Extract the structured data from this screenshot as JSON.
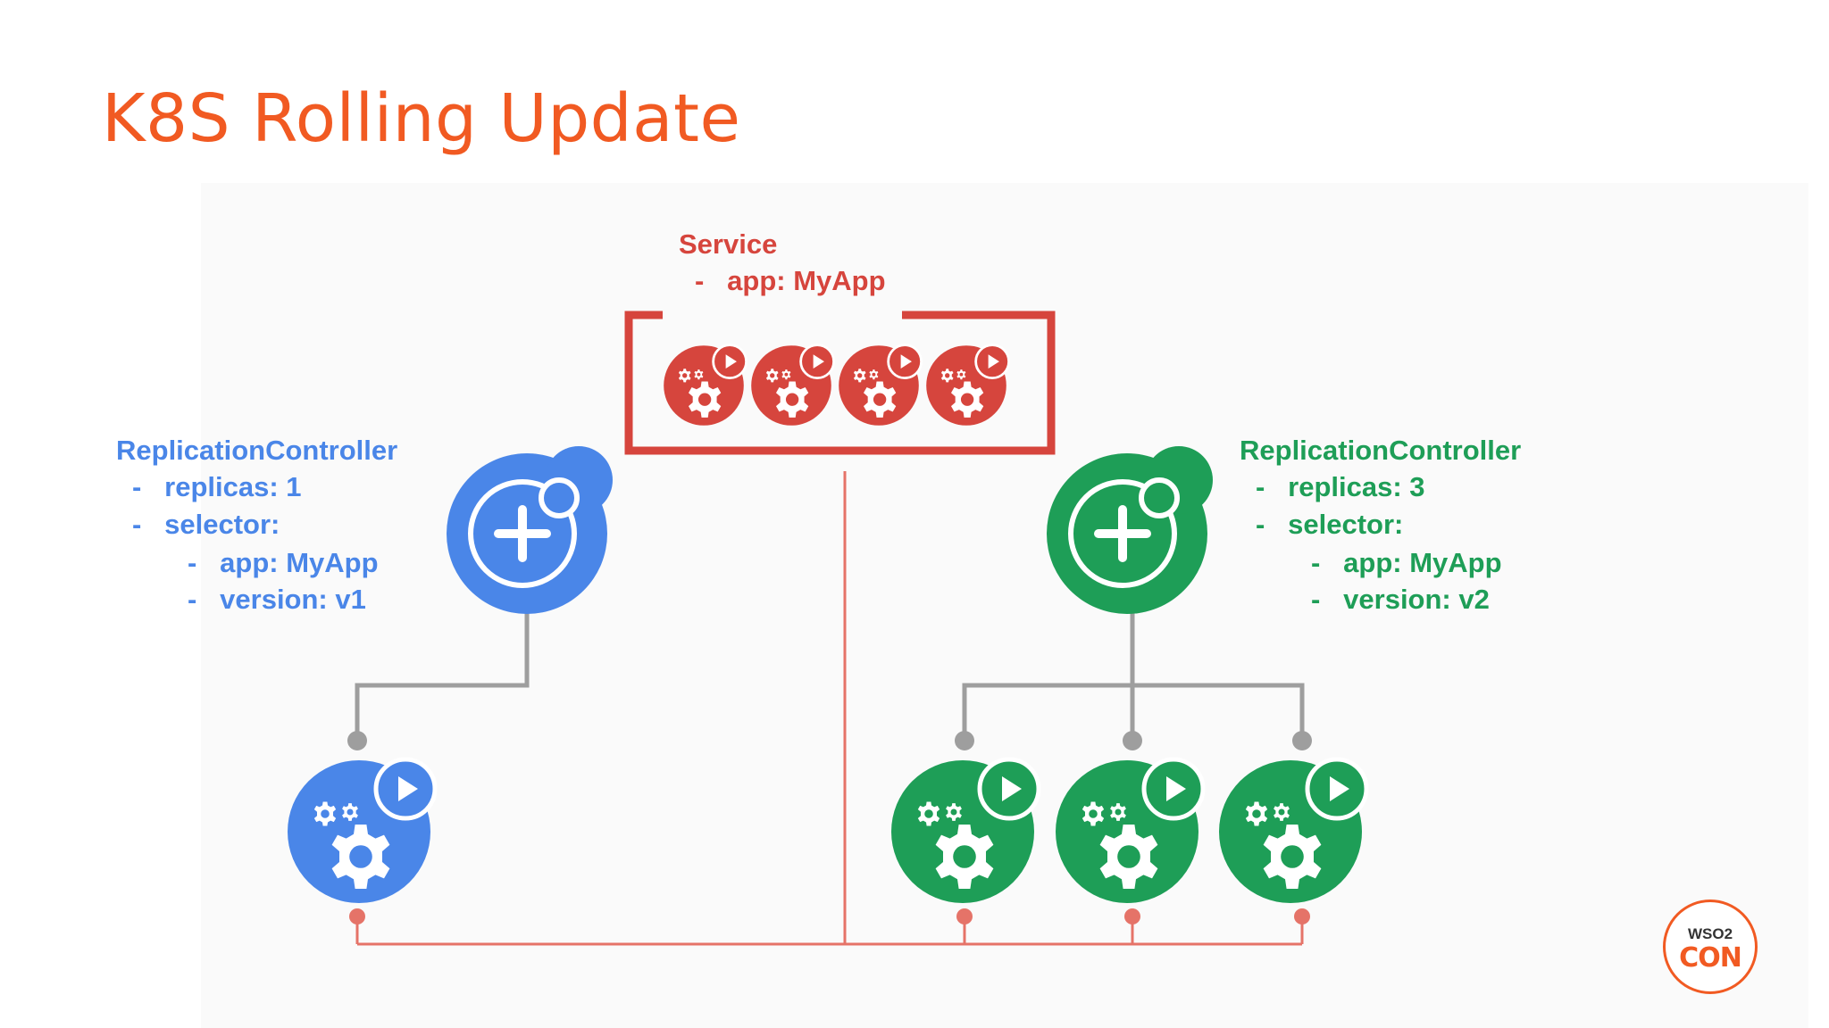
{
  "title": "K8S Rolling Update",
  "service": {
    "heading": "Service",
    "selector": "-   app: MyApp"
  },
  "rc_v1": {
    "heading": "ReplicationController",
    "lines": [
      "-   replicas: 1",
      "-   selector:",
      "-   app: MyApp",
      "-   version: v1"
    ],
    "color": "#4a86e8"
  },
  "rc_v2": {
    "heading": "ReplicationController",
    "lines": [
      "-   replicas: 3",
      "-   selector:",
      "-   app: MyApp",
      "-   version: v2"
    ],
    "color": "#1e9e57"
  },
  "colors": {
    "title": "#f15a22",
    "service": "#d6453d",
    "blue": "#4a86e8",
    "green": "#1e9e57",
    "tree_line": "#9e9e9e",
    "service_line": "#e57368"
  },
  "icons": {
    "controller": "replication-controller-icon",
    "pod": "pod-gears-icon"
  },
  "logo": {
    "top": "WSO2",
    "bottom": "CON"
  }
}
